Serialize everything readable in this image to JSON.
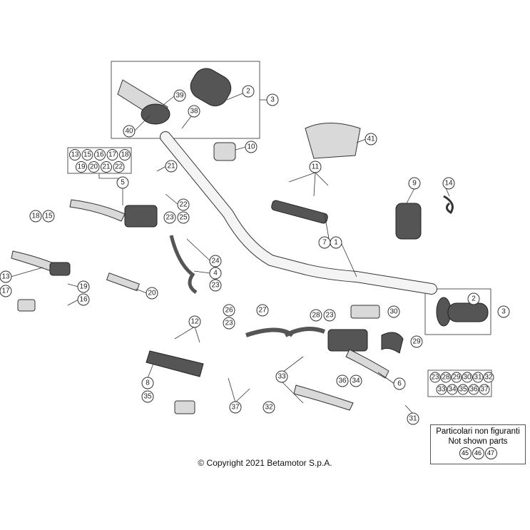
{
  "diagram": {
    "callouts": [
      "3",
      "2",
      "39",
      "38",
      "40",
      "10",
      "41",
      "11",
      "5",
      "21",
      "22",
      "23",
      "25",
      "9",
      "14",
      "7",
      "1",
      "18",
      "15",
      "24",
      "4",
      "23",
      "13",
      "19",
      "17",
      "16",
      "20",
      "26",
      "27",
      "23",
      "28",
      "23",
      "30",
      "2",
      "3",
      "29",
      "12",
      "8",
      "35",
      "33",
      "36",
      "34",
      "6",
      "37",
      "32",
      "31"
    ],
    "group_box_left": [
      "13",
      "15",
      "16",
      "17",
      "18",
      "19",
      "20",
      "21",
      "22"
    ],
    "group_box_right": [
      "23",
      "28",
      "29",
      "30",
      "31",
      "32",
      "33",
      "34",
      "35",
      "36",
      "37"
    ]
  },
  "note": {
    "line1": "Particolari non figuranti",
    "line2": "Not shown parts",
    "parts": [
      "45",
      "46",
      "47"
    ]
  },
  "copyright": "© Copyright 2021 Betamotor S.p.A."
}
